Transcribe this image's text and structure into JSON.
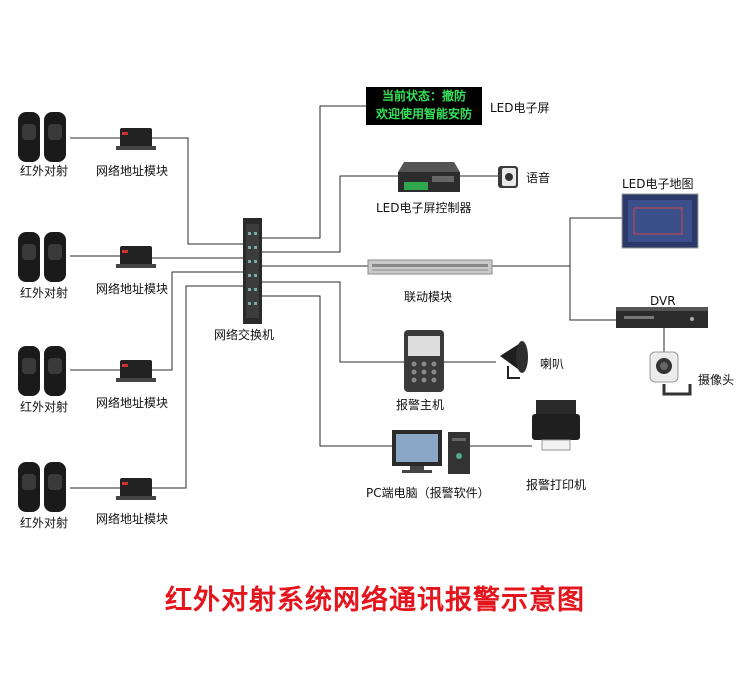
{
  "sensors": [
    {
      "sensor_label": "红外对射",
      "module_label": "网络地址模块"
    },
    {
      "sensor_label": "红外对射",
      "module_label": "网络地址模块"
    },
    {
      "sensor_label": "红外对射",
      "module_label": "网络地址模块"
    },
    {
      "sensor_label": "红外对射",
      "module_label": "网络地址模块"
    }
  ],
  "switch_label": "网络交换机",
  "led_screen": {
    "line1": "当前状态：撤防",
    "line2": "欢迎使用智能安防",
    "label": "LED电子屏"
  },
  "led_controller_label": "LED电子屏控制器",
  "voice_label": "语音",
  "linkage_label": "联动模块",
  "led_map_label": "LED电子地图",
  "dvr_label": "DVR",
  "camera_label": "摄像头",
  "alarm_host_label": "报警主机",
  "horn_label": "喇叭",
  "pc_label": "PC端电脑（报警软件）",
  "printer_label": "报警打印机",
  "title": "红外对射系统网络通讯报警示意图",
  "colors": {
    "title": "#e4161d",
    "led_text": "#33e05a",
    "line": "#2b2b2b"
  }
}
